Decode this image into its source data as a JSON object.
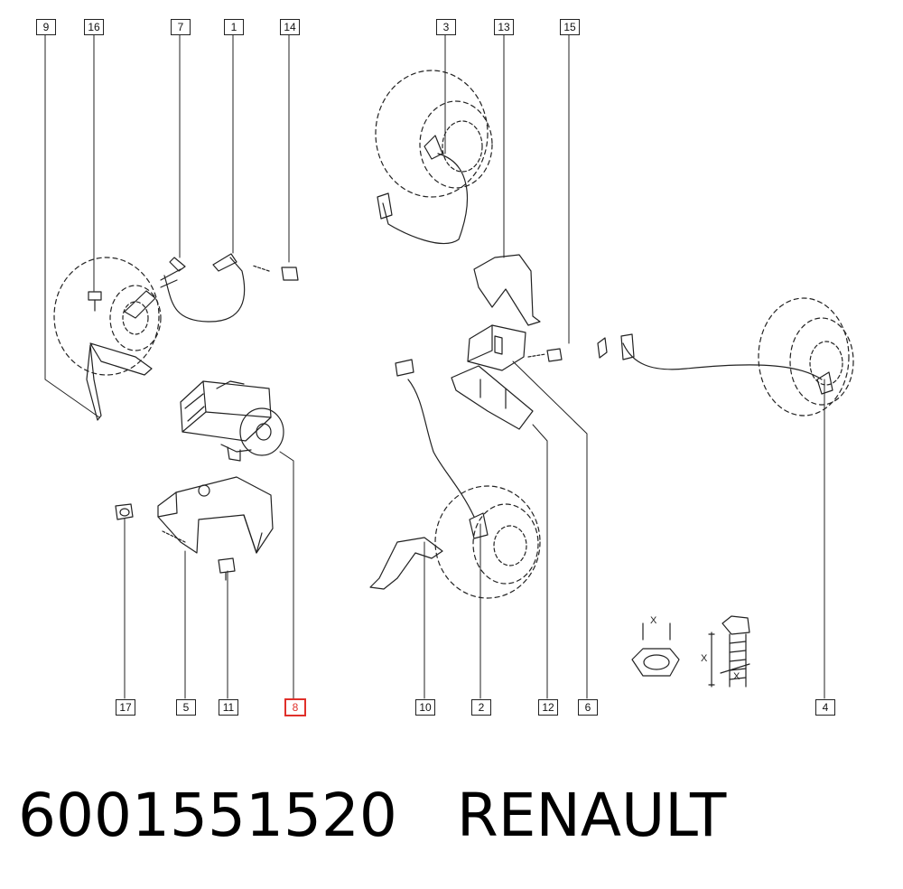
{
  "diagram": {
    "callouts_top": [
      "9",
      "16",
      "7",
      "1",
      "14",
      "3",
      "13",
      "15"
    ],
    "callouts_bottom": [
      "17",
      "5",
      "11",
      "8",
      "10",
      "2",
      "12",
      "6",
      "4"
    ],
    "highlighted_callout": "8",
    "dimension_marker": "X"
  },
  "footer": {
    "part_number": "6001551520",
    "brand": "RENAULT"
  },
  "colors": {
    "line": "#222222",
    "highlight": "#e0302a",
    "background": "#ffffff"
  }
}
